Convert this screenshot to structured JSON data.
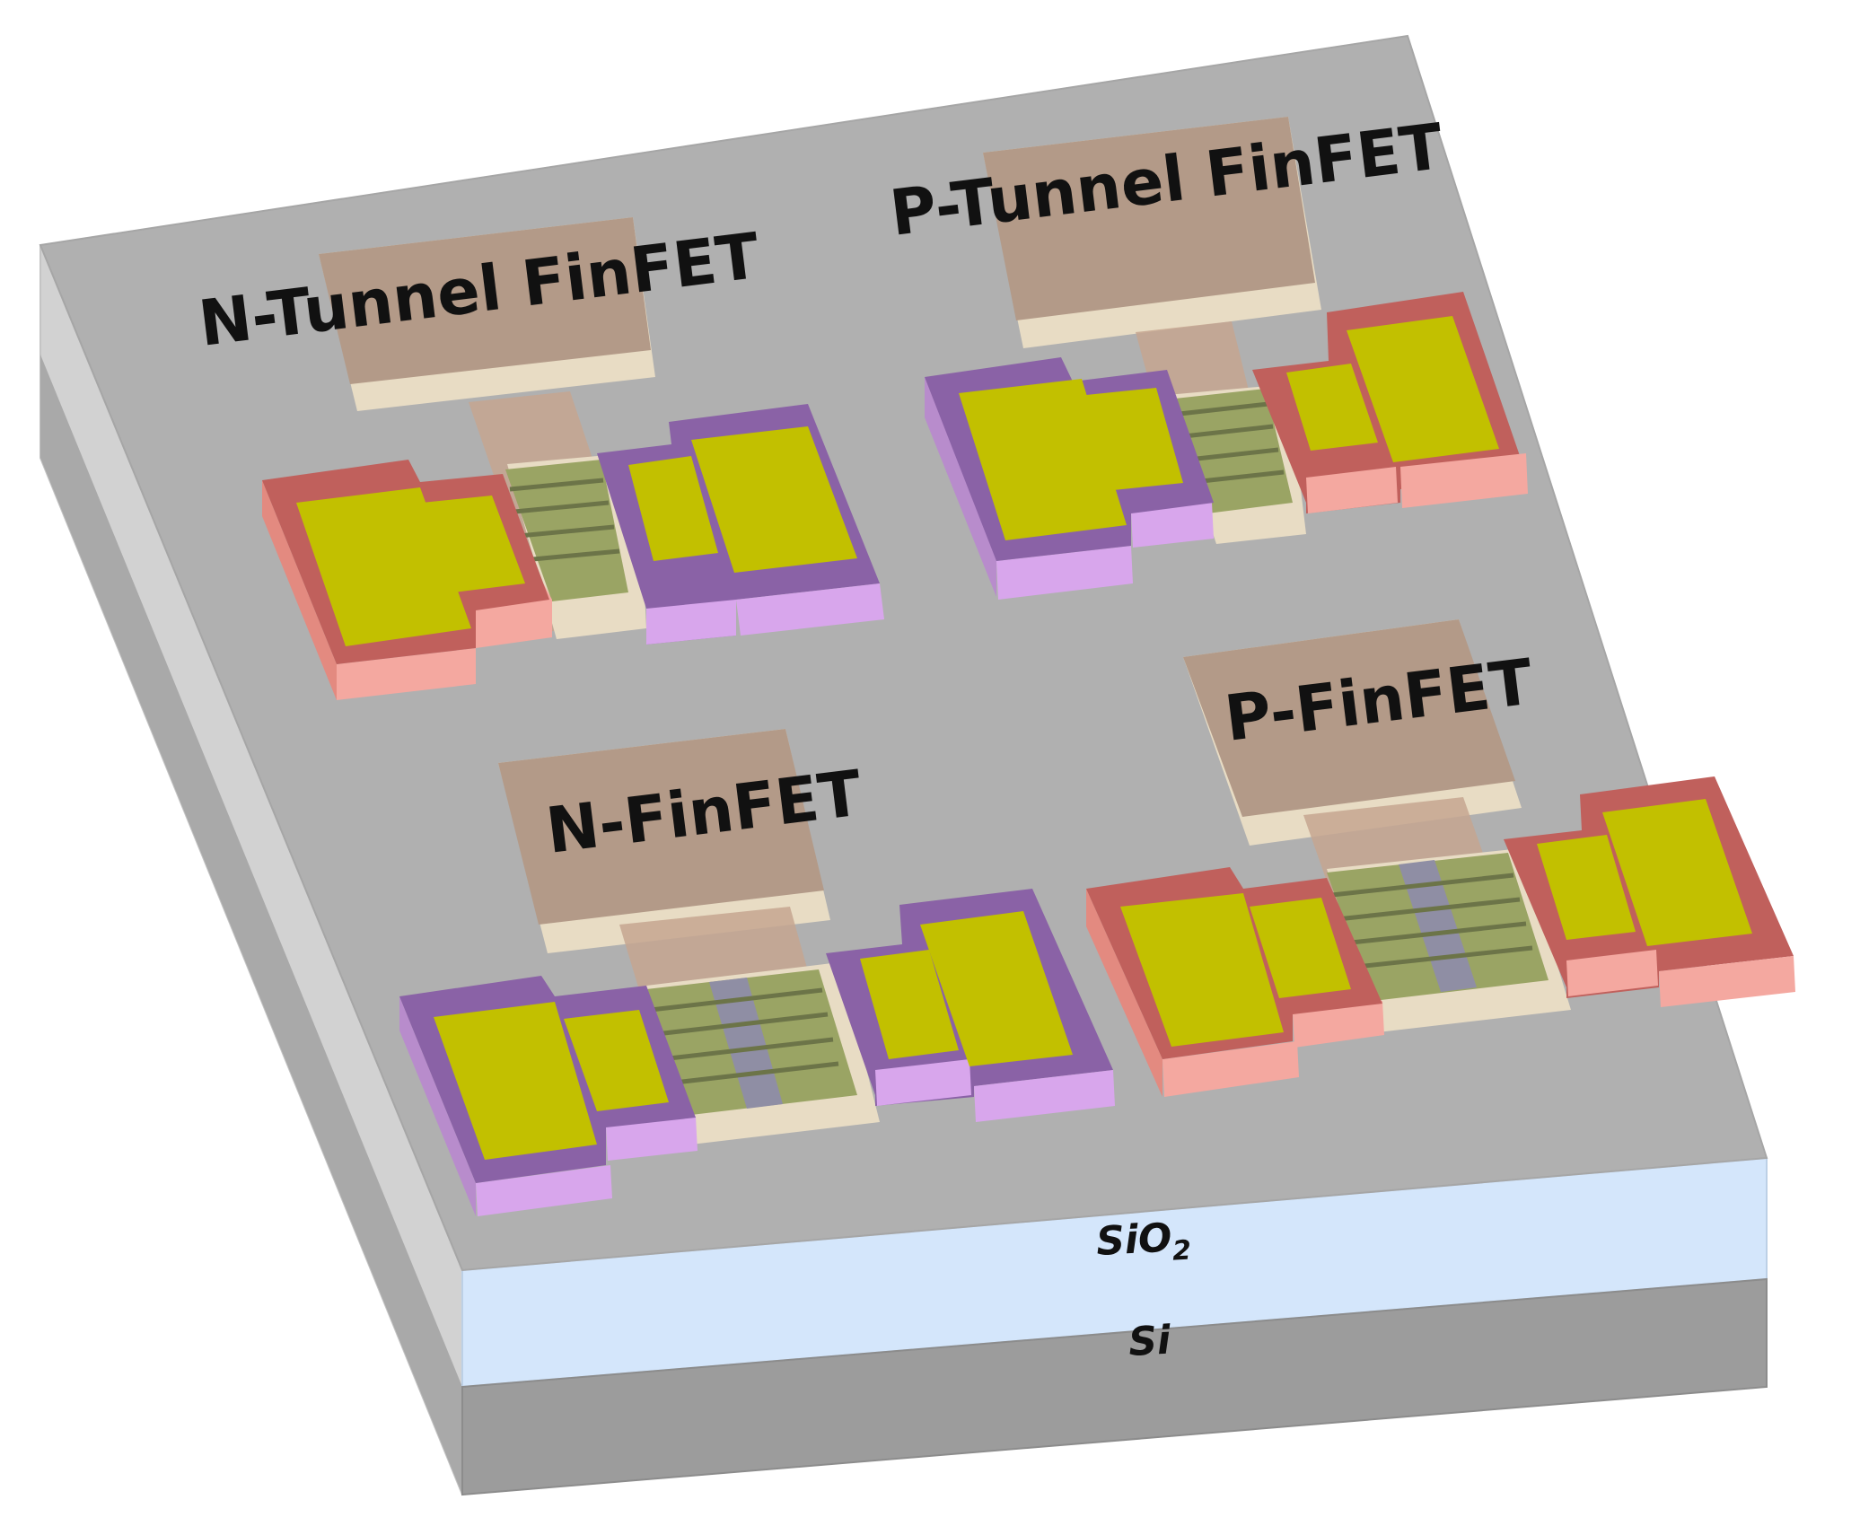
{
  "devices": [
    {
      "id": "n-tunnel",
      "label": "N-Tunnel FinFET",
      "source_type": "p",
      "drain_type": "n",
      "channel_pocket": false
    },
    {
      "id": "p-tunnel",
      "label": "P-Tunnel FinFET",
      "source_type": "n",
      "drain_type": "p",
      "channel_pocket": false
    },
    {
      "id": "n-finfet",
      "label": "N-FinFET",
      "source_type": "n",
      "drain_type": "n",
      "channel_pocket": true
    },
    {
      "id": "p-finfet",
      "label": "P-FinFET",
      "source_type": "p",
      "drain_type": "p",
      "channel_pocket": true
    }
  ],
  "layers": {
    "oxide_label": "SiO",
    "oxide_subscript": "2",
    "substrate_label": "Si"
  },
  "colors": {
    "wafer_top": "#b0b0b0",
    "wafer_side_left": "#d3d3d3",
    "oxide": "#d4e6fb",
    "substrate": "#9c9c9c",
    "gate_top": "#b39a88",
    "gate_side": "#e8dcc4",
    "p_doped_frame": "#c0605c",
    "p_doped_side": "#f4a8a0",
    "n_doped_frame": "#8a62a6",
    "n_doped_side": "#d8a6ec",
    "contact_metal": "#c2c000",
    "fin_channel": "#9aa464",
    "channel_pocket": "#8f8ea4"
  }
}
